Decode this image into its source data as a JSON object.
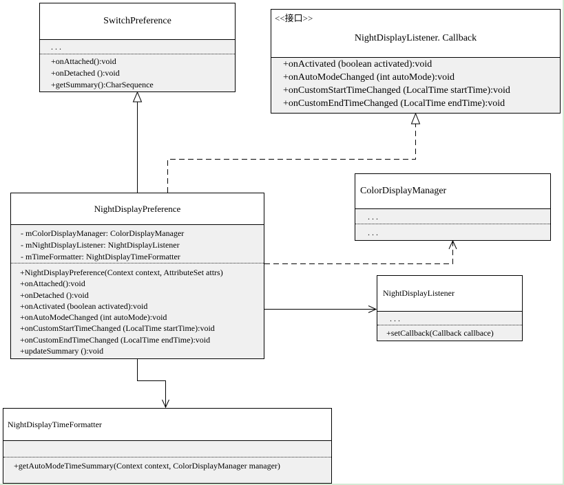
{
  "colors": {
    "line": "#000000",
    "compartment_fill": "#f0f0f0",
    "header_fill": "#ffffff"
  },
  "classes": {
    "switch_preference": {
      "name": "SwitchPreference",
      "fields": [
        ". . ."
      ],
      "methods": [
        "+onAttached():void",
        "+onDetached ():void",
        "+getSummary():CharSequence"
      ]
    },
    "night_display_listener_callback": {
      "stereotype": "<<接口>>",
      "name": "NightDisplayListener. Callback",
      "methods": [
        "+onActivated (boolean activated):void",
        "+onAutoModeChanged (int autoMode):void",
        "+onCustomStartTimeChanged (LocalTime startTime):void",
        "+onCustomEndTimeChanged (LocalTime endTime):void"
      ]
    },
    "color_display_manager": {
      "name": "ColorDisplayManager",
      "fields": [
        ". . ."
      ],
      "methods": [
        ". . ."
      ]
    },
    "night_display_preference": {
      "name": "NightDisplayPreference",
      "fields": [
        "- mColorDisplayManager: ColorDisplayManager",
        "- mNightDisplayListener: NightDisplayListener",
        "- mTimeFormatter: NightDisplayTimeFormatter"
      ],
      "methods": [
        "+NightDisplayPreference(Context context, AttributeSet attrs)",
        "+onAttached():void",
        "+onDetached ():void",
        "+onActivated (boolean activated):void",
        "+onAutoModeChanged (int autoMode):void",
        "+onCustomStartTimeChanged (LocalTime startTime):void",
        "+onCustomEndTimeChanged (LocalTime endTime):void",
        "+updateSummary ():void"
      ]
    },
    "night_display_listener": {
      "name": "NightDisplayListener",
      "fields": [
        ". . ."
      ],
      "methods": [
        "+setCallback(Callback callbace)"
      ]
    },
    "night_display_time_formatter": {
      "name": "NightDisplayTimeFormatter",
      "methods": [
        "+getAutoModeTimeSummary(Context context, ColorDisplayManager manager)"
      ]
    }
  }
}
